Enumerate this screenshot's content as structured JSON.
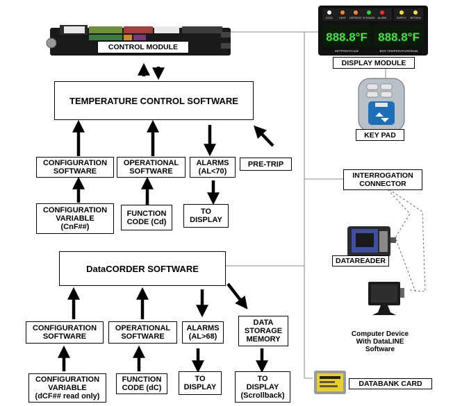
{
  "hardware": {
    "control_module": "CONTROL MODULE",
    "display_module": "DISPLAY MODULE",
    "keypad": "KEY PAD",
    "interrogation_connector": "INTERROGATION\nCONNECTOR",
    "datareader": "DATAREADER",
    "computer_device": "Computer Device\nWith DataLINE\nSoftware",
    "databank_card": "DATABANK CARD"
  },
  "display_panel": {
    "indicators": [
      "COOL",
      "HEAT",
      "DEFROST",
      "IN RANGE",
      "ALARM"
    ],
    "indicators_right": [
      "SUPPLY",
      "RETURN"
    ],
    "left_readout": "888.8°F",
    "right_readout": "888.8°F",
    "left_caption": "SETPOINT/Code",
    "right_caption": "BOX TEMPERATURE/Data",
    "indicator_colors": [
      "#ffffff",
      "#ff8a1a",
      "#ff8a1a",
      "#39d13b",
      "#ff2a2a"
    ],
    "indicator_right_colors": [
      "#ffe033",
      "#ffe033"
    ],
    "readout_color": "#3de83b"
  },
  "temperature_control": {
    "title": "TEMPERATURE CONTROL SOFTWARE",
    "configuration_software": "CONFIGURATION\nSOFTWARE",
    "operational_software": "OPERATIONAL\nSOFTWARE",
    "alarms": "ALARMS\n(AL<70)",
    "pre_trip": "PRE-TRIP",
    "configuration_variable": "CONFIGURATION\nVARIABLE\n(CnF##)",
    "function_code": "FUNCTION\nCODE (Cd)",
    "to_display": "TO\nDISPLAY"
  },
  "datacorder": {
    "title": "DataCORDER SOFTWARE",
    "configuration_software": "CONFIGURATION\nSOFTWARE",
    "operational_software": "OPERATIONAL\nSOFTWARE",
    "alarms": "ALARMS\n(AL>68)",
    "data_storage": "DATA\nSTORAGE\nMEMORY",
    "configuration_variable": "CONFIGURATION\nVARIABLE\n(dCF## read only)",
    "function_code": "FUNCTION\nCODE (dC)",
    "to_display": "TO\nDISPLAY",
    "to_display_scrollback": "TO\nDISPLAY\n(Scrollback)"
  }
}
